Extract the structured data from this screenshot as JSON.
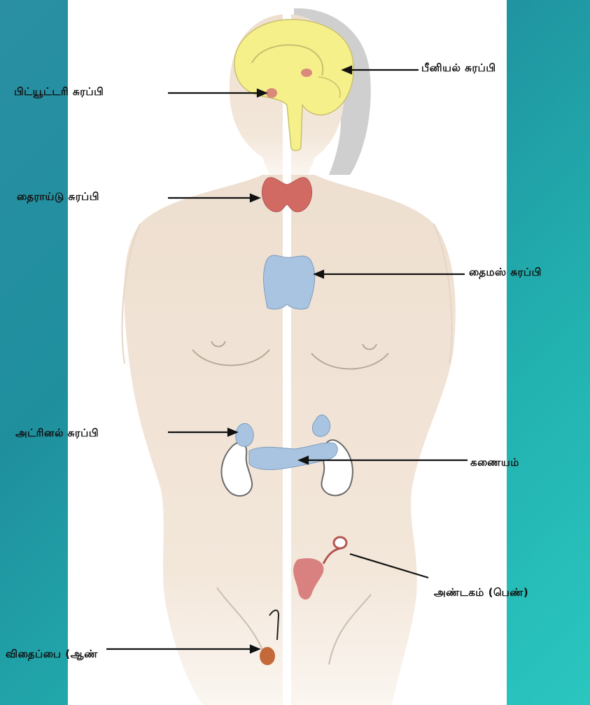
{
  "labels": {
    "pituitary": "பிட்யூட்டரி சுரப்பி",
    "pineal": "பீனியல் சுரப்பி",
    "thyroid": "தைராய்டு சுரப்பி",
    "thymus": "தைமஸ் சுரப்பி",
    "adrenal": "அட்ரினல் சுரப்பி",
    "pancreas": "கணையம்",
    "ovary": "அண்டகம் (பெண்)",
    "testis": "விதைப்பை (ஆண்"
  },
  "colors": {
    "background_teal": "#1f8f9e",
    "skin": "#efe1d2",
    "hair": "#c9c9c9",
    "brain": "#f6f08a",
    "thyroid": "#d26a64",
    "thymus": "#a8c4e0",
    "kidney": "#ffffff",
    "ovary": "#d98080",
    "testis": "#c46a3a"
  }
}
